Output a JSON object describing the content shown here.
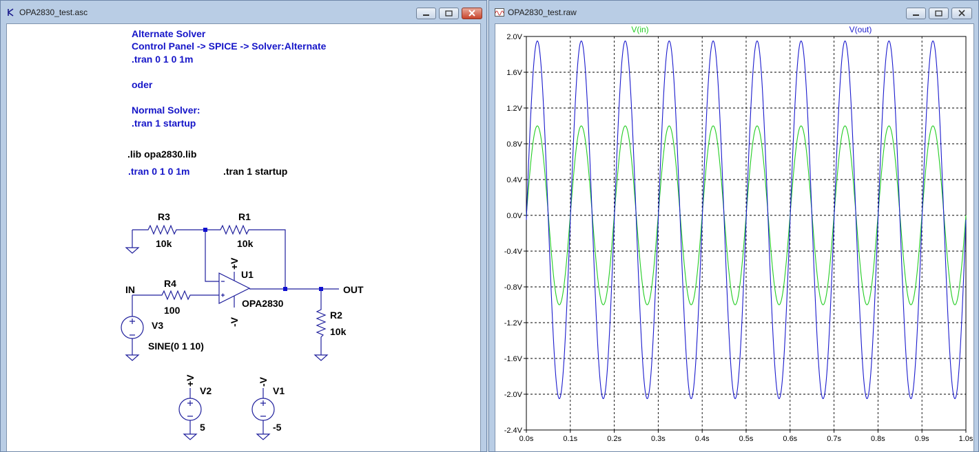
{
  "left_window": {
    "title": "OPA2830_test.asc",
    "comments": {
      "line1": "Alternate Solver",
      "line2": "Control Panel -> SPICE -> Solver:Alternate",
      "line3": ".tran 0 1 0 1m",
      "line4": "oder",
      "line5": "Normal Solver:",
      "line6": ".tran 1 startup"
    },
    "directives": {
      "lib": ".lib opa2830.lib",
      "tran_active": ".tran 0 1 0 1m",
      "tran_comment": ".tran 1 startup"
    },
    "schematic": {
      "r3_name": "R3",
      "r3_value": "10k",
      "r1_name": "R1",
      "r1_value": "10k",
      "r4_name": "R4",
      "r4_value": "100",
      "r2_name": "R2",
      "r2_value": "10k",
      "u1_name": "U1",
      "u1_model": "OPA2830",
      "net_in": "IN",
      "net_out": "OUT",
      "pos_rail": "+V",
      "neg_rail": "-V",
      "v3_name": "V3",
      "v3_value": "SINE(0 1 10)",
      "v2_name": "V2",
      "v2_value": "5",
      "v1_name": "V1",
      "v1_value": "-5"
    }
  },
  "right_window": {
    "title": "OPA2830_test.raw",
    "chart_data": {
      "type": "line",
      "series": [
        {
          "name": "V(in)",
          "color": "#22cc22",
          "amplitude": 1.0,
          "frequency_hz": 10,
          "offset": 0
        },
        {
          "name": "V(out)",
          "color": "#1a1acd",
          "amplitude": 2.0,
          "frequency_hz": 10,
          "offset": -0.05
        }
      ],
      "x_ticks": [
        "0.0s",
        "0.1s",
        "0.2s",
        "0.3s",
        "0.4s",
        "0.5s",
        "0.6s",
        "0.7s",
        "0.8s",
        "0.9s",
        "1.0s"
      ],
      "y_ticks": [
        "2.0V",
        "1.6V",
        "1.2V",
        "0.8V",
        "0.4V",
        "0.0V",
        "-0.4V",
        "-0.8V",
        "-1.2V",
        "-1.6V",
        "-2.0V",
        "-2.4V"
      ],
      "xlim": [
        0,
        1
      ],
      "ylim": [
        -2.4,
        2.0
      ],
      "grid": true
    }
  },
  "colors": {
    "wire": "#1f1f9c",
    "node": "#1010d0",
    "comment_text": "#1515c8"
  }
}
